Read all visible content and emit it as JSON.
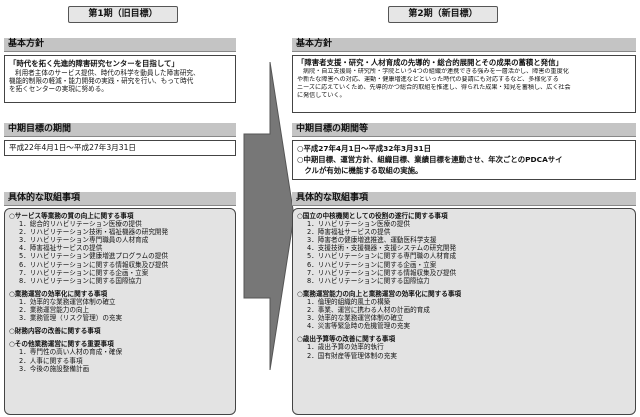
{
  "left": {
    "period_tag": "第1期（旧目標）",
    "basic_policy": {
      "heading": "基本方針",
      "slogan": "「時代を拓く先進的障害研究センターを目指して」",
      "text": [
        "利用者主体のサービス提供、時代の科学を動員した障害研究、",
        "機能的制限の軽減・能力開発の実践・研究を行い、もって時代",
        "を拓くセンターの実現に努める。"
      ]
    },
    "period": {
      "heading": "中期目標の期間",
      "value": "平成22年4月1日～平成27年3月31日"
    },
    "initiatives": {
      "heading": "具体的な取組事項",
      "sections": [
        {
          "title": "○サービス等業務の質の向上に関する事項",
          "items": [
            "1．総合的リハビリテーション医療の提供",
            "2．リハビリテーション技術・福祉機器の研究開発",
            "3．リハビリテーション専門職員の人材育成",
            "4．障害福祉サービスの提供",
            "5．リハビリテーション健康増進プログラムの提供",
            "6．リハビリテーションに関する情報収集及び提供",
            "7．リハビリテーションに関する企画・立案",
            "8．リハビリテーションに関する国際協力"
          ]
        },
        {
          "title": "○業務運営の効率化に関する事項",
          "items": [
            "1．効率的な業務運営体制の確立",
            "2．業務運営能力の向上",
            "3．業務管理（リスク管理）の充実"
          ]
        },
        {
          "title": "○財務内容の改善に関する事項",
          "items": []
        },
        {
          "title": "○その他業務運営に関する重要事項",
          "items": [
            "1．専門性の高い人材の育成・確保",
            "2．人事に関する事項",
            "3．今後の施設整備計画"
          ]
        }
      ]
    }
  },
  "right": {
    "period_tag": "第2期（新目標）",
    "basic_policy": {
      "heading": "基本方針",
      "slogan": "「障害者支援・研究・人材育成の先導的・総合的展開とその成果の蓄積と発信」",
      "text": [
        "病院・自立支援局・研究所・学院という4つの組織が連携できる強みを一層活かし、障害の重度化",
        "や新たな障害への対応、運動・健康増進などといった時代の要請にも対応するなど、多様化する",
        "ニーズに応えていくため、先導的かつ総合的取組を推進し、得られた成果・知見を蓄積し、広く社会",
        "に発信していく。"
      ]
    },
    "period": {
      "heading": "中期目標の期間等",
      "lines": [
        "○平成27年4月1日～平成32年3月31日",
        "○中期目標、運営方針、組織目標、業績目標を連動させ、年次ごとのPDCAサイ",
        "　クルが有効に機能する取組の実施。"
      ]
    },
    "initiatives": {
      "heading": "具体的な取組事項",
      "sections": [
        {
          "title": "○国立の中核機関としての役割の遂行に関する事項",
          "items": [
            "1．リハビリテーション医療の提供",
            "2．障害福祉サービスの提供",
            "3．障害者の健康増進推進、運動医科学支援",
            "4．支援技術・支援機器・支援システムの研究開発",
            "5．リハビリテーションに関する専門職の人材育成",
            "6．リハビリテーションに関する企画・立案",
            "7．リハビリテーションに関する情報収集及び提供",
            "8．リハビリテーションに関する国際協力"
          ]
        },
        {
          "title": "○業務運営能力の向上と業務運営の効率化に関する事項",
          "items": [
            "1．倫理的組織的風土の構築",
            "2．事業、運営に携わる人材の計画的育成",
            "3．効率的な業務運営体制の確立",
            "4．災害等緊急時の危機管理の充実"
          ]
        },
        {
          "title": "○歳出予算等の改善に関する事項",
          "items": [
            "1．歳出予算の効率的執行",
            "2．国有財産等管理体制の充実"
          ]
        }
      ]
    }
  }
}
